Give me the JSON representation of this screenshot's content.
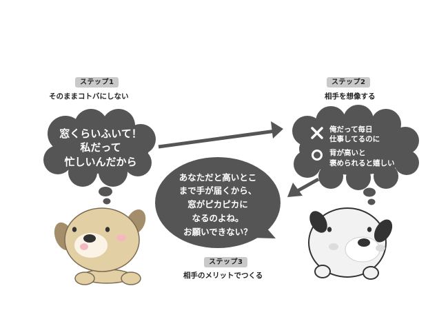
{
  "steps": [
    {
      "badge": "ステップ1",
      "caption": "そのままコトバにしない",
      "bubble_lines": [
        "窓くらいふいて！",
        "私だって",
        "忙しいんだから"
      ]
    },
    {
      "badge": "ステップ2",
      "caption": "相手を想像する",
      "items": [
        {
          "mark": "✕",
          "lines": [
            "俺だって毎日",
            "仕事してるのに"
          ]
        },
        {
          "mark": "○",
          "lines": [
            "背が高いと",
            "褒められると嬉しい"
          ]
        }
      ]
    },
    {
      "badge": "ステップ3",
      "caption": "相手のメリットでつくる",
      "bubble_lines": [
        "あなただと高いとこ",
        "まで手が届くから、",
        "窓がピカピカに",
        "なるのよね。",
        "お願いできない？"
      ]
    }
  ],
  "colors": {
    "bubble": "#555555",
    "bubble_text": "#ffffff",
    "arrow": "#555555",
    "badge": "#c9c9c9",
    "dog_left_fur": "#e3cfa4",
    "dog_left_ears": "#a48d6a",
    "dog_right_fur": "#f2f2f2",
    "dog_right_ears": "#333333",
    "cheek": "#f3b9c1"
  }
}
